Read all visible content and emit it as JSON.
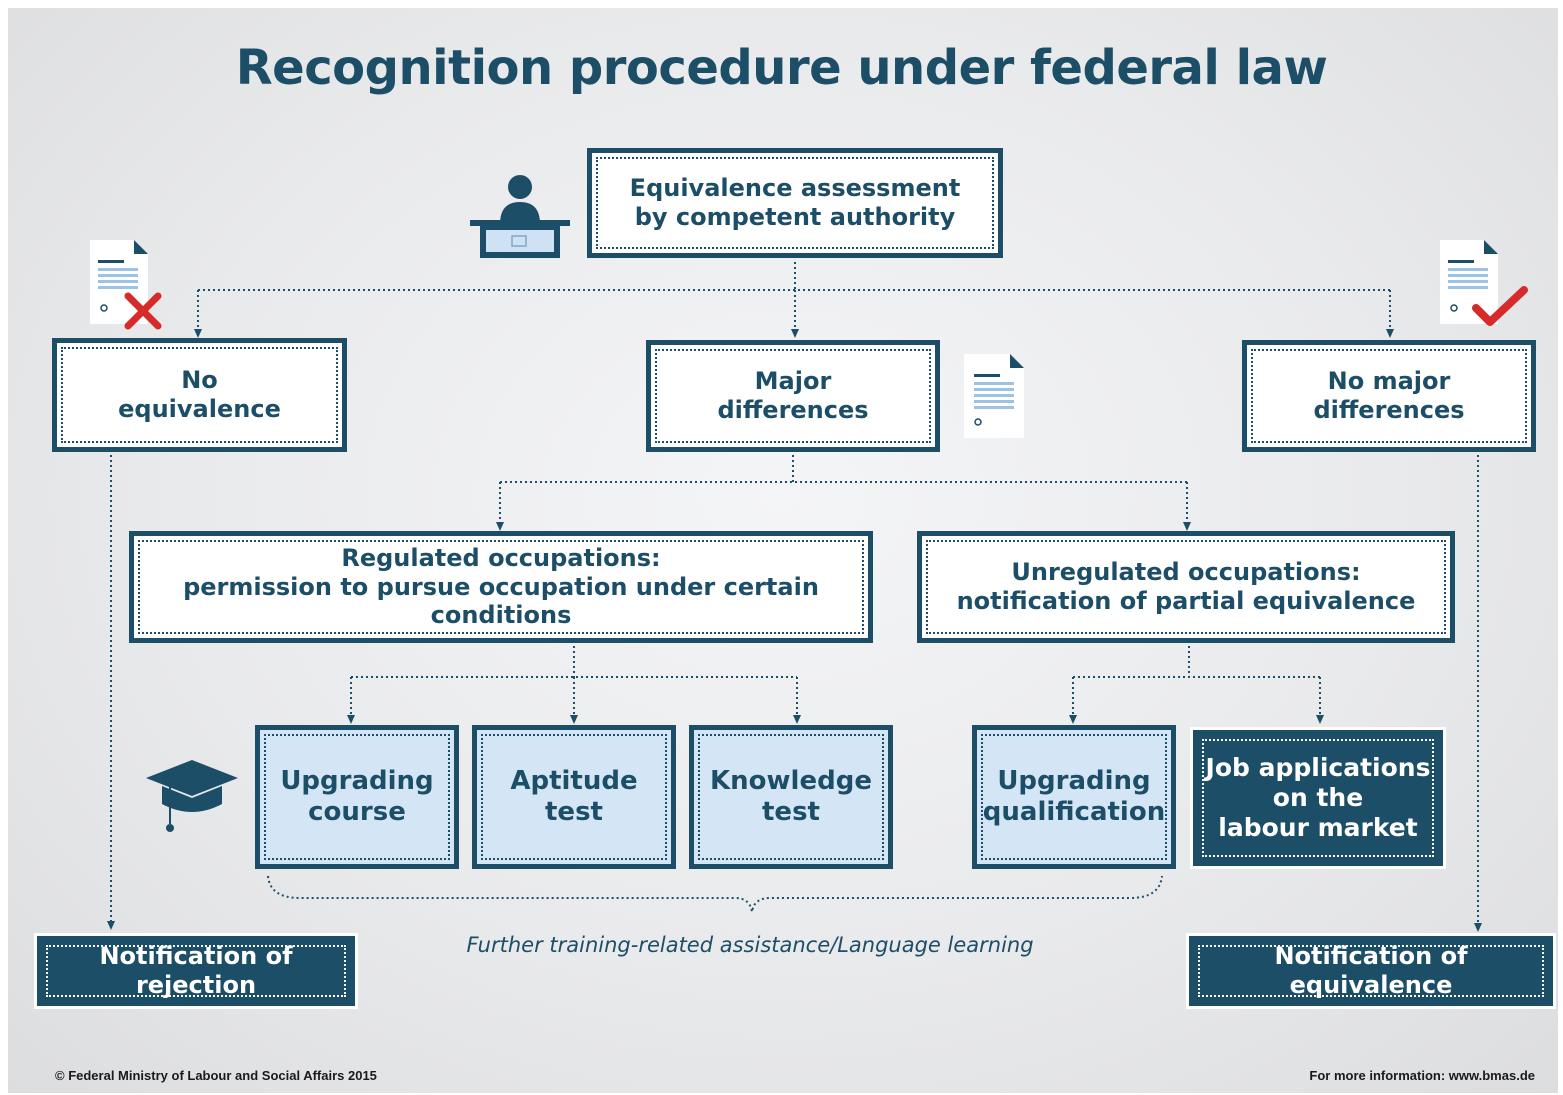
{
  "title": "Recognition procedure under federal law",
  "nodes": {
    "assessment": "Equivalence assessment\nby competent authority",
    "no_equivalence": "No\nequivalence",
    "major_differences": "Major\ndifferences",
    "no_major_differences": "No major\ndifferences",
    "regulated": "Regulated occupations:\npermission to pursue occupation under certain conditions",
    "unregulated": "Unregulated occupations:\nnotification of partial equivalence",
    "upgrading_course": "Upgrading\ncourse",
    "aptitude_test": "Aptitude\ntest",
    "knowledge_test": "Knowledge\ntest",
    "upgrading_qualification": "Upgrading\nqualification",
    "job_applications": "Job applications\non the\nlabour market",
    "notification_rejection": "Notification of rejection",
    "notification_equivalence": "Notification of equivalence"
  },
  "caption": "Further training-related assistance/Language learning",
  "footer": {
    "copyright": "© Federal Ministry of Labour and Social Affairs 2015",
    "more_info": "For more information: www.bmas.de"
  },
  "colors": {
    "primary": "#1d4e67",
    "light_box": "#d4e6f5",
    "reject": "#d62b2b",
    "accept": "#d62b2b"
  },
  "icons": [
    "person-at-desk-icon",
    "rejected-document-icon",
    "document-icon",
    "approved-document-icon",
    "graduation-cap-icon"
  ]
}
